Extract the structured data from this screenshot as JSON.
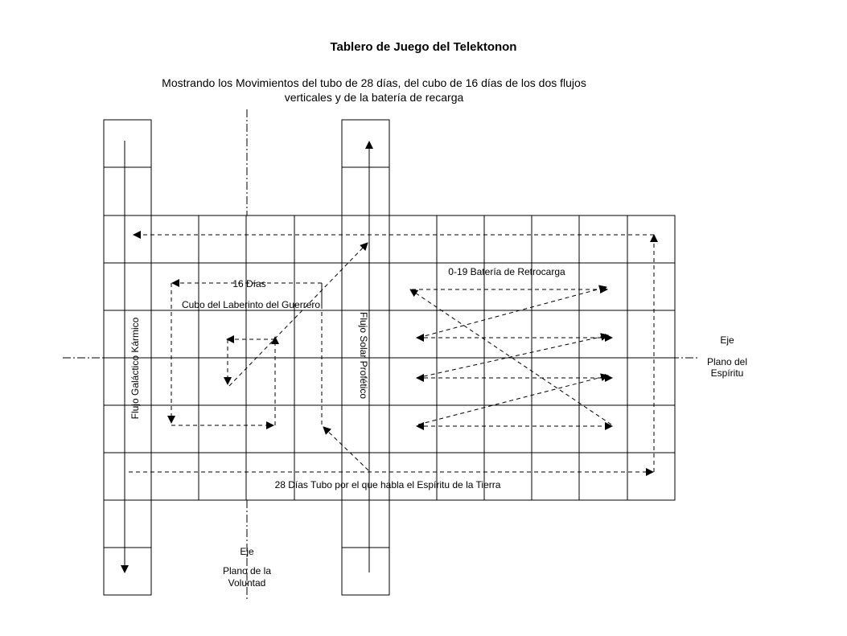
{
  "title": "Tablero de Juego del Telektonon",
  "subtitle_line1": "Mostrando los Movimientos del tubo de 28 días, del cubo de 16 días de los dos flujos",
  "subtitle_line2": "verticales y de la batería de recarga",
  "labels": {
    "flujo_galactico": "Flujo Galáctico Kármico",
    "flujo_solar": "Flujo Solar Profético",
    "dias16": "16 Días",
    "cubo": "Cubo del Laberinto del Guerrero",
    "bateria": "0-19 Batería de Retrocarga",
    "tubo": "28 Días Tubo por el que habla el Espíritu de la Tierra",
    "eje_right": "Eje",
    "plano_espiritu_1": "Plano del",
    "plano_espiritu_2": "Espíritu",
    "eje_bottom": "Eje",
    "plano_voluntad_1": "Plano de la",
    "plano_voluntad_2": "Voluntad"
  }
}
